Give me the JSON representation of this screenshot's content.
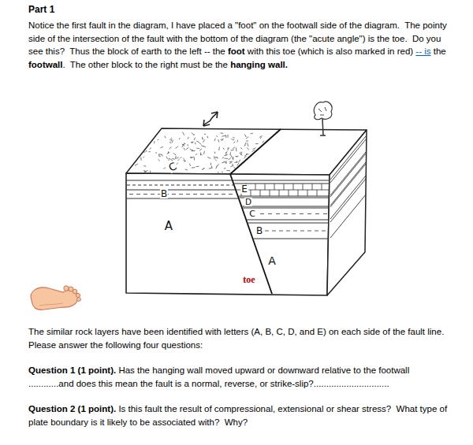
{
  "diagram": {
    "title": "Part 1",
    "labels": [
      "Notice the first fault in the diagram, I have placed a \"foot\" on the footwall side of the diagram.  The pointy side of the intersection of the fault with the bottom of the diagram (the \"acute angle\") is the toe.  Do you see this?  Thus the block of earth to the left -- the",
      "foot",
      "with this toe (which is also marked in red)",
      "-- is",
      "the",
      "footwall",
      ".  The other block to the right must be the",
      "hanging wall.",
      "C",
      "B",
      "A",
      "E",
      "D",
      "C",
      "B",
      "A",
      "toe",
      "The similar rock layers have been identified with letters (A, B, C, D, and E) on each side of the fault line.  Please answer the following four questions:",
      "Question 1 (1 point).",
      "Has the hanging wall moved upward or downward relative to the footwall ............and does this mean the fault is a normal, reverse, or strike-slip?..............................",
      "Question 2 (1 point).",
      "Is this fault the result of compressional, extensional or shear stress?  What type of plate boundary is it likely to be associated with?  Why?"
    ]
  }
}
